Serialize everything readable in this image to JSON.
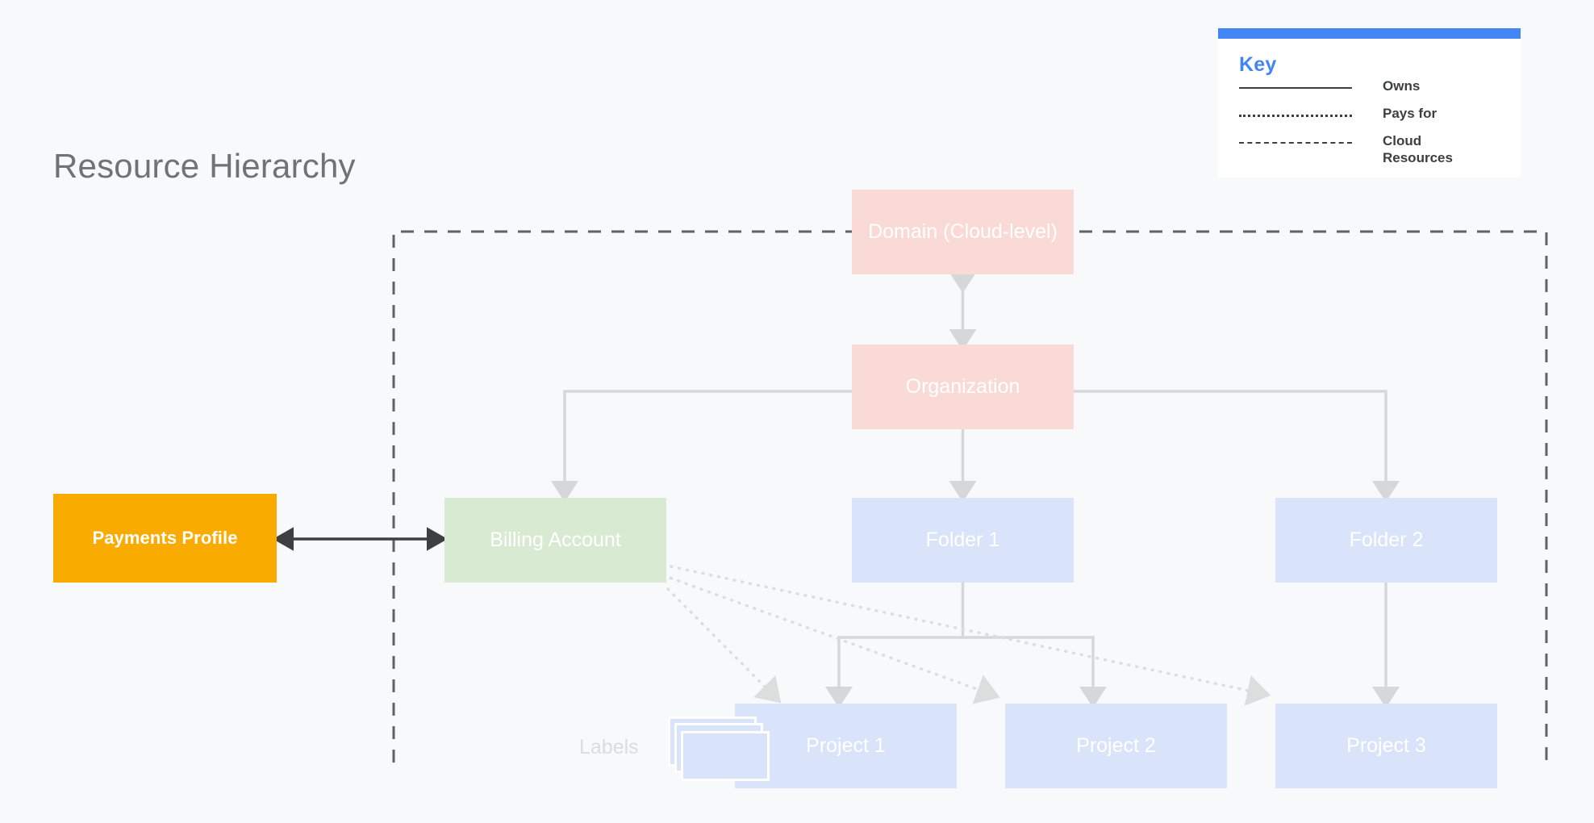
{
  "page": {
    "title": "Resource Hierarchy",
    "background_color": "#f7f9fa"
  },
  "key": {
    "title": "Key",
    "accent_color": "#4285f4",
    "items": [
      {
        "style": "solid",
        "label": "Owns"
      },
      {
        "style": "dotted",
        "label": "Pays for"
      },
      {
        "style": "dashed",
        "label": "Cloud Resources"
      }
    ]
  },
  "diagram": {
    "type": "hierarchy",
    "nodes": [
      {
        "id": "domain",
        "label": "Domain (Cloud-level)",
        "color": "#fadad7",
        "text_color": "#ffffff"
      },
      {
        "id": "organization",
        "label": "Organization",
        "color": "#fadad7",
        "text_color": "#ffffff"
      },
      {
        "id": "billing",
        "label": "Billing Account",
        "color": "#d9ead3",
        "text_color": "#ffffff"
      },
      {
        "id": "folder1",
        "label": "Folder 1",
        "color": "#d9e4fa",
        "text_color": "#ffffff"
      },
      {
        "id": "folder2",
        "label": "Folder 2",
        "color": "#d9e4fa",
        "text_color": "#ffffff"
      },
      {
        "id": "project1",
        "label": "Project 1",
        "color": "#d9e4fa",
        "text_color": "#ffffff"
      },
      {
        "id": "project2",
        "label": "Project 2",
        "color": "#d9e4fa",
        "text_color": "#ffffff"
      },
      {
        "id": "project3",
        "label": "Project 3",
        "color": "#d9e4fa",
        "text_color": "#ffffff"
      },
      {
        "id": "payments",
        "label": "Payments Profile",
        "color": "#f9ab00",
        "text_color": "#ffffff"
      },
      {
        "id": "labels",
        "label": "Labels",
        "color": "#d9e4fa",
        "text_color": "#dadce0"
      }
    ],
    "edges": [
      {
        "from": "domain",
        "to": "organization",
        "style": "solid",
        "relation": "Owns",
        "arrow": "double"
      },
      {
        "from": "organization",
        "to": "billing",
        "style": "solid",
        "relation": "Owns"
      },
      {
        "from": "organization",
        "to": "folder1",
        "style": "solid",
        "relation": "Owns"
      },
      {
        "from": "organization",
        "to": "folder2",
        "style": "solid",
        "relation": "Owns"
      },
      {
        "from": "folder1",
        "to": "project1",
        "style": "solid",
        "relation": "Owns"
      },
      {
        "from": "folder1",
        "to": "project2",
        "style": "solid",
        "relation": "Owns"
      },
      {
        "from": "folder2",
        "to": "project3",
        "style": "solid",
        "relation": "Owns"
      },
      {
        "from": "payments",
        "to": "billing",
        "style": "solid-dark",
        "relation": "Pays for",
        "arrow": "double"
      },
      {
        "from": "billing",
        "to": "project1",
        "style": "dotted",
        "relation": "Pays for"
      },
      {
        "from": "billing",
        "to": "project2",
        "style": "dotted",
        "relation": "Pays for"
      },
      {
        "from": "billing",
        "to": "project3",
        "style": "dotted",
        "relation": "Pays for"
      }
    ],
    "boundary": {
      "style": "dashed",
      "label": "Cloud Resources"
    }
  }
}
